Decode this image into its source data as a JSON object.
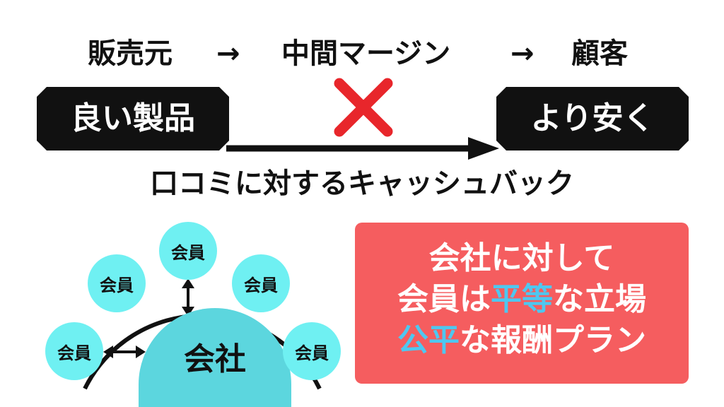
{
  "flow": {
    "seller": "販売元",
    "arrow1": "→",
    "middle": "中間マージン",
    "arrow2": "→",
    "customer": "顧客"
  },
  "boxes": {
    "left": "良い製品",
    "right": "より安く"
  },
  "cross_mark": "✕",
  "caption": "口コミに対するキャッシュバック",
  "network": {
    "member_label": "会員",
    "company_label": "会社",
    "member_count": 5
  },
  "panel": {
    "line1": "会社に対して",
    "line2_a": "会員は",
    "line2_b": "平等",
    "line2_c": "な立場",
    "line3_a": "公平",
    "line3_b": "な報酬プラン"
  },
  "colors": {
    "member_fill": "#6ff0f2",
    "company_fill": "#5cd6de",
    "panel_fill": "#f55d5f",
    "highlight": "#4ec7f0",
    "cross": "#e8262b"
  }
}
